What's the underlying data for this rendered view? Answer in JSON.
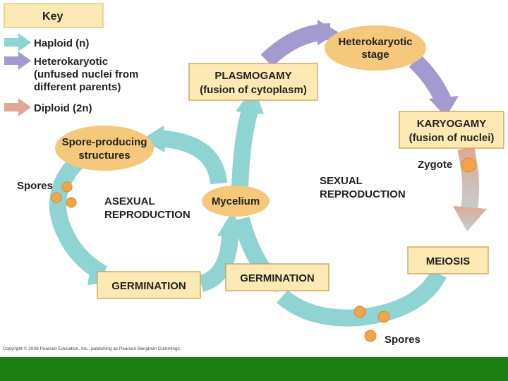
{
  "colors": {
    "haploid": "#8fd3d2",
    "heterokaryotic": "#a39bd0",
    "diploid": "#dfa796",
    "box_fill": "#fde9b4",
    "oval_fill": "#f5c87c",
    "spore": "#f2a448",
    "footer_band": "#1b7d12"
  },
  "key": {
    "title": "Key",
    "haploid_label": "Haploid (n)",
    "heterokaryotic_line1": "Heterokaryotic",
    "heterokaryotic_line2": "(unfused nuclei from",
    "heterokaryotic_line3": "different parents)",
    "diploid_label": "Diploid (2n)"
  },
  "stages": {
    "heterokaryotic_line1": "Heterokaryotic",
    "heterokaryotic_line2": "stage",
    "plasmogamy_line1": "PLASMOGAMY",
    "plasmogamy_line2": "(fusion of cytoplasm)",
    "karyogamy_line1": "KARYOGAMY",
    "karyogamy_line2": "(fusion of nuclei)",
    "zygote": "Zygote",
    "meiosis": "MEIOSIS",
    "germination_right": "GERMINATION",
    "germination_left": "GERMINATION",
    "spores_right": "Spores",
    "spores_left": "Spores",
    "mycelium": "Mycelium",
    "spore_structures_line1": "Spore-producing",
    "spore_structures_line2": "structures",
    "sexual_line1": "SEXUAL",
    "sexual_line2": "REPRODUCTION",
    "asexual_line1": "ASEXUAL",
    "asexual_line2": "REPRODUCTION"
  },
  "credit": "Copyright © 2008 Pearson Education, Inc., publishing as Pearson Benjamin Cummings."
}
